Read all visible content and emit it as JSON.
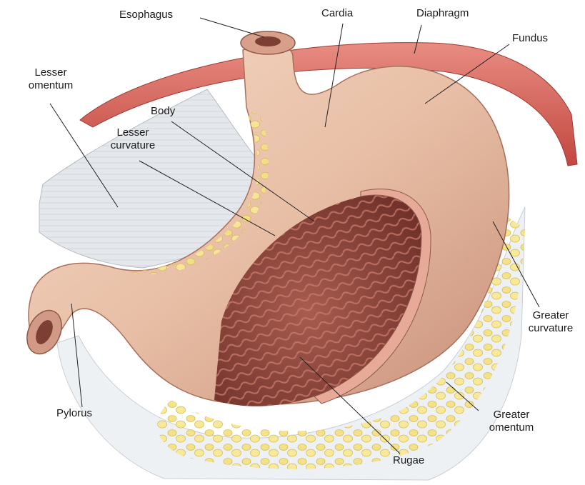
{
  "labels": {
    "esophagus": "Esophagus",
    "cardia": "Cardia",
    "diaphragm": "Diaphragm",
    "fundus": "Fundus",
    "lesser_omentum_1": "Lesser",
    "lesser_omentum_2": "omentum",
    "body": "Body",
    "lesser_curvature_1": "Lesser",
    "lesser_curvature_2": "curvature",
    "greater_curvature_1": "Greater",
    "greater_curvature_2": "curvature",
    "greater_omentum_1": "Greater",
    "greater_omentum_2": "omentum",
    "pylorus": "Pylorus",
    "rugae": "Rugae"
  },
  "colors": {
    "diaphragm": "#d9665d",
    "stomach_outer": "#e8bfa6",
    "stomach_shadow": "#c98f7a",
    "interior": "#8e4a3f",
    "rugae": "#b46a5b",
    "fat": "#f1dd7c",
    "omentum": "#e3e6ea",
    "leader": "#222222"
  }
}
